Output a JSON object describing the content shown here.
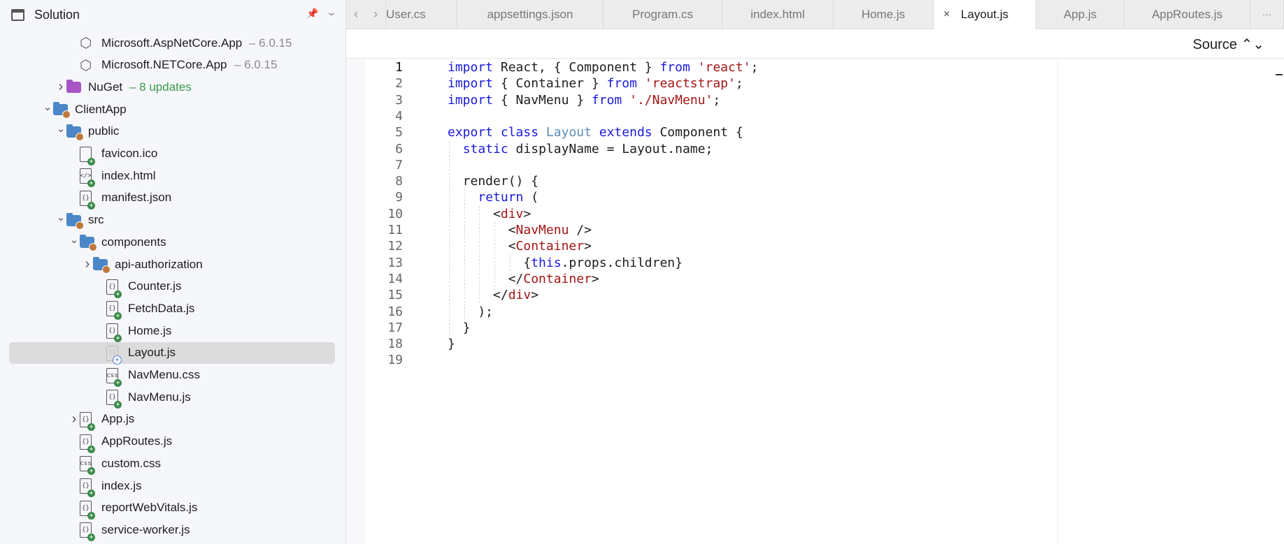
{
  "sidebar": {
    "title": "Solution",
    "rows": [
      {
        "d": 2,
        "icon": "package",
        "label": "Microsoft.AspNetCore.App",
        "sub": "– 6.0.15"
      },
      {
        "d": 2,
        "icon": "package",
        "label": "Microsoft.NETCore.App",
        "sub": "– 6.0.15"
      },
      {
        "d": 1,
        "icon": "nuget",
        "chev": "collapsed",
        "label": "NuGet",
        "sub": "– 8 updates",
        "subGreen": true
      },
      {
        "d": 0,
        "icon": "folder",
        "chev": "expanded",
        "label": "ClientApp"
      },
      {
        "d": 1,
        "icon": "folder",
        "chev": "expanded",
        "label": "public"
      },
      {
        "d": 2,
        "icon": "file",
        "glyph": "",
        "label": "favicon.ico"
      },
      {
        "d": 2,
        "icon": "file",
        "glyph": "</>",
        "label": "index.html"
      },
      {
        "d": 2,
        "icon": "file",
        "glyph": "{}",
        "label": "manifest.json"
      },
      {
        "d": 1,
        "icon": "folder",
        "chev": "expanded",
        "label": "src"
      },
      {
        "d": 2,
        "icon": "folder",
        "chev": "expanded",
        "label": "components"
      },
      {
        "d": 3,
        "icon": "folder",
        "chev": "collapsed",
        "label": "api-authorization"
      },
      {
        "d": 4,
        "icon": "file",
        "glyph": "{}",
        "label": "Counter.js"
      },
      {
        "d": 4,
        "icon": "file",
        "glyph": "{}",
        "label": "FetchData.js"
      },
      {
        "d": 4,
        "icon": "file",
        "glyph": "{}",
        "label": "Home.js"
      },
      {
        "d": 4,
        "icon": "file",
        "glyph": "{}",
        "label": "Layout.js",
        "selected": true,
        "modified": true
      },
      {
        "d": 4,
        "icon": "file",
        "glyph": "css",
        "label": "NavMenu.css"
      },
      {
        "d": 4,
        "icon": "file",
        "glyph": "{}",
        "label": "NavMenu.js"
      },
      {
        "d": 2,
        "icon": "file",
        "glyph": "{}",
        "chev": "collapsed",
        "label": "App.js"
      },
      {
        "d": 2,
        "icon": "file",
        "glyph": "{}",
        "label": "AppRoutes.js"
      },
      {
        "d": 2,
        "icon": "file",
        "glyph": "css",
        "label": "custom.css"
      },
      {
        "d": 2,
        "icon": "file",
        "glyph": "{}",
        "label": "index.js"
      },
      {
        "d": 2,
        "icon": "file",
        "glyph": "{}",
        "label": "reportWebVitals.js"
      },
      {
        "d": 2,
        "icon": "file",
        "glyph": "{}",
        "label": "service-worker.js"
      }
    ]
  },
  "tabs": [
    {
      "label": "User.cs",
      "w": 102
    },
    {
      "label": "appsettings.json",
      "w": 209
    },
    {
      "label": "Program.cs",
      "w": 170
    },
    {
      "label": "index.html",
      "w": 159
    },
    {
      "label": "Home.js",
      "w": 143
    },
    {
      "label": "Layout.js",
      "w": 147,
      "active": true
    },
    {
      "label": "App.js",
      "w": 126
    },
    {
      "label": "AppRoutes.js",
      "w": 180
    }
  ],
  "more_label": "···",
  "source_label": "Source ⌃⌄",
  "code": [
    [
      [
        "k",
        "import"
      ],
      [
        "",
        "React, { Component } "
      ],
      [
        "k",
        "from"
      ],
      [
        "s",
        " 'react'"
      ],
      [
        "",
        ";"
      ]
    ],
    [
      [
        "k",
        "import"
      ],
      [
        "",
        "{ Container } "
      ],
      [
        "k",
        "from"
      ],
      [
        "s",
        " 'reactstrap'"
      ],
      [
        "",
        ";"
      ]
    ],
    [
      [
        "k",
        "import"
      ],
      [
        "",
        "{ NavMenu } "
      ],
      [
        "k",
        "from"
      ],
      [
        "s",
        " './NavMenu'"
      ],
      [
        "",
        ";"
      ]
    ],
    [],
    [
      [
        "k",
        "export class "
      ],
      [
        "t",
        "Layout"
      ],
      [
        "k",
        " extends"
      ],
      [
        "",
        " Component {"
      ]
    ],
    [
      [
        "",
        "  "
      ],
      [
        "k",
        "static"
      ],
      [
        "",
        " displayName = Layout.name;"
      ]
    ],
    [],
    [
      [
        "",
        "  render() {"
      ]
    ],
    [
      [
        "",
        "    "
      ],
      [
        "k",
        "return"
      ],
      [
        "",
        " ("
      ]
    ],
    [
      [
        "",
        "      <"
      ],
      [
        "tag",
        "div"
      ],
      [
        "",
        ">"
      ]
    ],
    [
      [
        "",
        "        <"
      ],
      [
        "tag",
        "NavMenu"
      ],
      [
        "",
        " />"
      ]
    ],
    [
      [
        "",
        "        <"
      ],
      [
        "tag",
        "Container"
      ],
      [
        "",
        ">"
      ]
    ],
    [
      [
        "",
        "          {"
      ],
      [
        "k",
        "this"
      ],
      [
        "",
        ".props.children}"
      ]
    ],
    [
      [
        "",
        "        </"
      ],
      [
        "tag",
        "Container"
      ],
      [
        "",
        ">"
      ]
    ],
    [
      [
        "",
        "      </"
      ],
      [
        "tag",
        "div"
      ],
      [
        "",
        ">"
      ]
    ],
    [
      [
        "",
        "    );"
      ]
    ],
    [
      [
        "",
        "  }"
      ]
    ],
    [
      [
        "",
        "}"
      ]
    ],
    []
  ]
}
